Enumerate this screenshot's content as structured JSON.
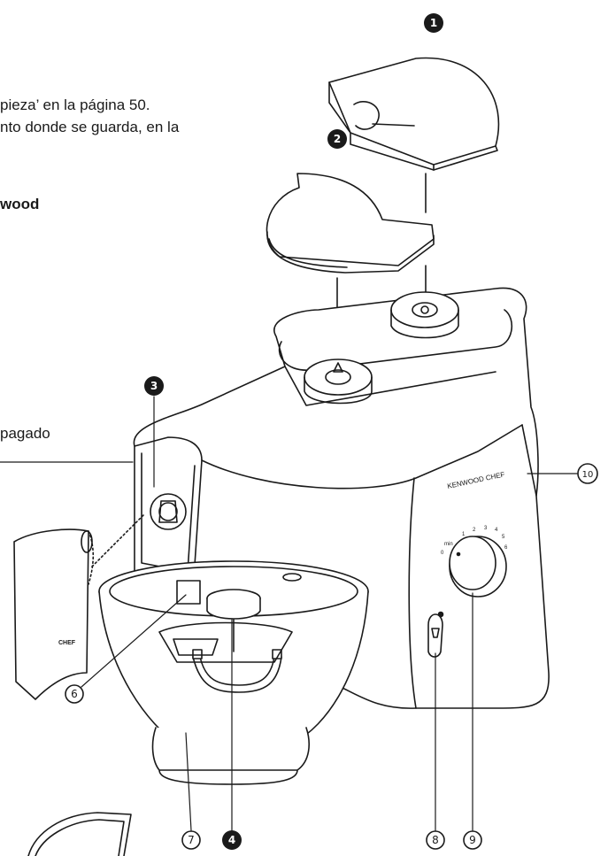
{
  "text": {
    "line1": "pieza’ en la página 50.",
    "line2": "nto donde se guarda, en la",
    "line3": "wood",
    "line4": "pagado"
  },
  "labels": {
    "brand": "KENWOOD CHEF",
    "cover_brand": "CHEF",
    "speed_marks": [
      "min",
      "1",
      "2",
      "3",
      "4",
      "5",
      "6",
      "0"
    ]
  },
  "callouts": {
    "c1": "1",
    "c2": "2",
    "c3": "3",
    "c4": "4",
    "c6": "6",
    "c7": "7",
    "c8": "8",
    "c9": "9",
    "c10": "10"
  },
  "colors": {
    "line": "#1a1a1a",
    "fill": "#ffffff"
  }
}
